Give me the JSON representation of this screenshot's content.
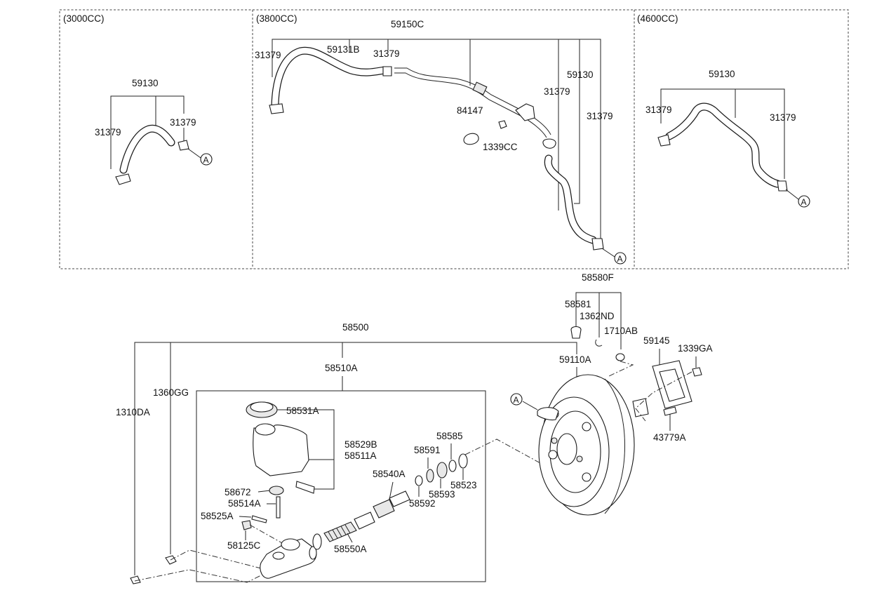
{
  "variants": {
    "v3000": "(3000CC)",
    "v3800": "(3800CC)",
    "v4600": "(4600CC)"
  },
  "ref_marker": "A",
  "labels": {
    "p59130_a": "59130",
    "p31379_a1": "31379",
    "p31379_a2": "31379",
    "p59150C": "59150C",
    "p31379_b1": "31379",
    "p59131B": "59131B",
    "p31379_b2": "31379",
    "p59130_b": "59130",
    "p31379_b3": "31379",
    "p84147": "84147",
    "p31379_b4": "31379",
    "p1339CC": "1339CC",
    "p59130_c": "59130",
    "p31379_c1": "31379",
    "p31379_c2": "31379",
    "p58580F": "58580F",
    "p58581": "58581",
    "p1362ND": "1362ND",
    "p1710AB": "1710AB",
    "p59145": "59145",
    "p1339GA": "1339GA",
    "p59110A": "59110A",
    "p43779A": "43779A",
    "p58500": "58500",
    "p58510A": "58510A",
    "p1360GG": "1360GG",
    "p1310DA": "1310DA",
    "p58531A": "58531A",
    "p58529B": "58529B",
    "p58511A": "58511A",
    "p58672": "58672",
    "p58514A": "58514A",
    "p58525A": "58525A",
    "p58125C": "58125C",
    "p58540A": "58540A",
    "p58550A": "58550A",
    "p58585": "58585",
    "p58591": "58591",
    "p58523": "58523",
    "p58593": "58593",
    "p58592": "58592"
  }
}
